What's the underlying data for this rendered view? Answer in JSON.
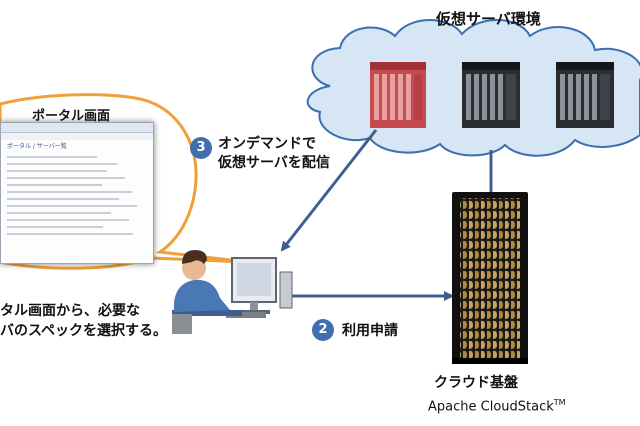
{
  "labels": {
    "virtual_env": "仮想サーバ環境",
    "portal_title": "ポータル画面",
    "step3_number": "3",
    "step3_line1": "オンデマンドで",
    "step3_line2": "仮想サーバを配信",
    "step2_number": "2",
    "step2_text": "利用申請",
    "user_line1": "タル画面から、必要な",
    "user_line2": "バのスペックを選択する。",
    "cloud_base": "クラウド基盤",
    "product_name": "Apache CloudStack",
    "trademark": "TM"
  },
  "portal_screen": {
    "tab_text": "ポータル / サーバ一覧"
  },
  "colors": {
    "cloud_fill": "#d6e6f5",
    "cloud_stroke": "#3b6fb0",
    "bubble_stroke": "#f0a03a",
    "arrow": "#3f5f93",
    "highlight_server": "#c64b4f",
    "rack_pattern": "#c9a35a"
  }
}
